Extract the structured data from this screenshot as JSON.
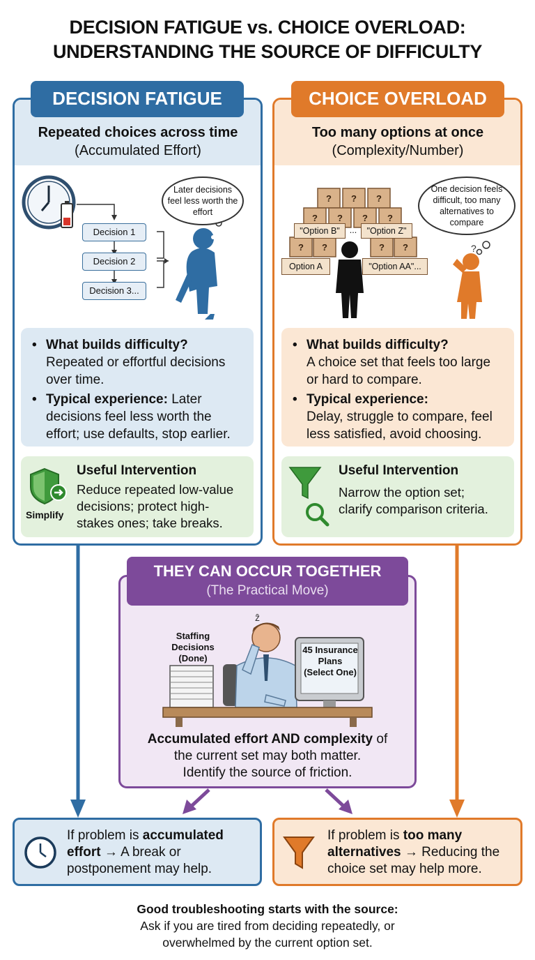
{
  "title": {
    "line1": "DECISION FATIGUE vs. CHOICE OVERLOAD:",
    "line2": "UNDERSTANDING THE SOURCE OF DIFFICULTY"
  },
  "left": {
    "header": "DECISION FATIGUE",
    "subtitle": "Repeated choices across time",
    "subtitle2": "(Accumulated Effort)",
    "bubble": "Later decisions feel less worth the effort",
    "decisions": [
      "Decision 1",
      "Decision 2",
      "Decision 3..."
    ],
    "q1_title": "What builds difficulty?",
    "q1_body_l1": "Repeated or effortful decisions",
    "q1_body_l2": "over time.",
    "q2_title": "Typical experience:",
    "q2_body_l0": " Later",
    "q2_body_l1": "decisions feel less worth the",
    "q2_body_l2": "effort; use defaults, stop earlier.",
    "int_title": "Useful Intervention",
    "int_l1": "Reduce repeated low-value",
    "int_l2": "decisions; protect high-",
    "int_l3": "stakes ones; take breaks.",
    "int_icon_label": "Simplify",
    "accent": "#2f6da3"
  },
  "right": {
    "header": "CHOICE OVERLOAD",
    "subtitle": "Too many options at once",
    "subtitle2": "(Complexity/Number)",
    "bubble": "One decision feels difficult, too many alternatives to compare",
    "options": [
      "\"Option B\"",
      "...",
      "\"Option Z\"",
      "Option A",
      "\"Option AA\"..."
    ],
    "box_mark": "?",
    "q1_title": "What builds difficulty?",
    "q1_body_l1": "A choice set that feels too large",
    "q1_body_l2": "or hard to compare.",
    "q2_title": "Typical experience:",
    "q2_body_l1": "Delay, struggle to compare, feel",
    "q2_body_l2": "less satisfied, avoid choosing.",
    "int_title": "Useful Intervention",
    "int_l1": "Narrow the option set;",
    "int_l2": "clarify comparison criteria.",
    "accent": "#e07a2a"
  },
  "middle": {
    "header": "THEY CAN OCCUR TOGETHER",
    "subheader": "(The Practical Move)",
    "stack_label": "Staffing Decisions (Done)",
    "screen_label": "45 Insurance Plans (Select One)",
    "body_bold": "Accumulated effort AND complexity",
    "body_l1_end": " of",
    "body_l2": "the current set may both matter.",
    "body_l3": "Identify the source of friction.",
    "accent": "#7d4a9a"
  },
  "outcome_left": {
    "pre": "If problem is ",
    "bold": "accumulated",
    "bold2": "effort",
    "post": " → A break or",
    "l3": "postponement may help."
  },
  "outcome_right": {
    "pre": "If problem is ",
    "bold": "too many",
    "bold2": "alternatives",
    "post": " → Reducing the",
    "l3": "choice set may help more."
  },
  "footer": {
    "l1": "Good troubleshooting starts with the source:",
    "l2": "Ask if you are tired from deciding repeatedly, or",
    "l3": "overwhelmed by the current option set."
  }
}
